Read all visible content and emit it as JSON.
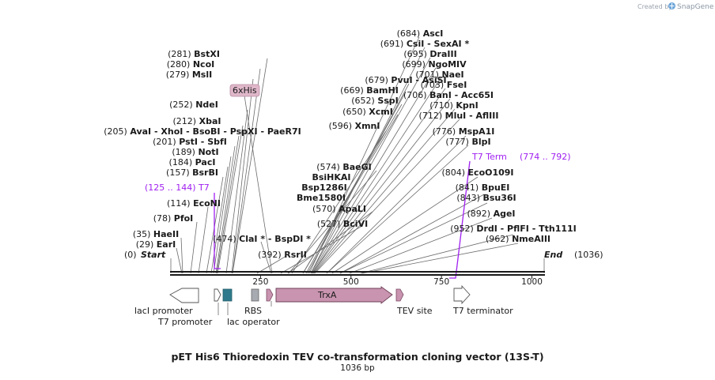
{
  "credit": {
    "label": "Created by",
    "brand": "SnapGene",
    "icon": "snapgene-logo"
  },
  "map": {
    "title": "pET His6 Thioredoxin TEV co-transformation cloning vector (13S-T)",
    "length_label": "1036 bp",
    "length": 1036,
    "ticks": [
      "250",
      "500",
      "750",
      "1000"
    ],
    "tick_values": [
      250,
      500,
      750,
      1000
    ],
    "start_label": "Start",
    "start_pos": "(0)",
    "end_label": "End",
    "end_pos": "(1036)"
  },
  "sites": [
    {
      "pos": "(29)",
      "name": "EarI",
      "bp": 29
    },
    {
      "pos": "(35)",
      "name": "HaeII",
      "bp": 35
    },
    {
      "pos": "(78)",
      "name": "PfoI",
      "bp": 78
    },
    {
      "pos": "(114)",
      "name": "EcoNI",
      "bp": 114
    },
    {
      "pos": "(157)",
      "name": "BsrBI",
      "bp": 157
    },
    {
      "pos": "(184)",
      "name": "PacI",
      "bp": 184
    },
    {
      "pos": "(189)",
      "name": "NotI",
      "bp": 189
    },
    {
      "pos": "(201)",
      "name": "PstI  -  SbfI",
      "bp": 201
    },
    {
      "pos": "(205)",
      "name": "AvaI  -  XhoI  -  BsoBI  -  PspXI  -  PaeR7I",
      "bp": 205
    },
    {
      "pos": "(212)",
      "name": "XbaI",
      "bp": 212
    },
    {
      "pos": "(252)",
      "name": "NdeI",
      "bp": 252
    },
    {
      "pos": "(279)",
      "name": "MslI",
      "bp": 279
    },
    {
      "pos": "(280)",
      "name": "NcoI",
      "bp": 280
    },
    {
      "pos": "(281)",
      "name": "BstXI",
      "bp": 281
    },
    {
      "pos": "(392)",
      "name": "RsrII",
      "bp": 392
    },
    {
      "pos": "(474)",
      "name": "ClaI * - BspDI *",
      "bp": 474
    },
    {
      "pos": "(527)",
      "name": "BciVI",
      "bp": 527
    },
    {
      "pos": "(570)",
      "name": "ApaLI",
      "bp": 570
    },
    {
      "pos": "(574)",
      "name": "BaeGI",
      "bp": 574
    },
    {
      "pos": "",
      "name": "BsiHKAI",
      "bp": 574
    },
    {
      "pos": "",
      "name": "Bsp1286I",
      "bp": 574
    },
    {
      "pos": "",
      "name": "Bme1580I",
      "bp": 574
    },
    {
      "pos": "(596)",
      "name": "XmnI",
      "bp": 596
    },
    {
      "pos": "(650)",
      "name": "XcmI",
      "bp": 650
    },
    {
      "pos": "(652)",
      "name": "SspI",
      "bp": 652
    },
    {
      "pos": "(669)",
      "name": "BamHI",
      "bp": 669
    },
    {
      "pos": "(679)",
      "name": "PvuI  -  AsiSI",
      "bp": 679
    },
    {
      "pos": "(684)",
      "name": "AscI",
      "bp": 684
    },
    {
      "pos": "(691)",
      "name": "CsiI  -  SexAI *",
      "bp": 691
    },
    {
      "pos": "(695)",
      "name": "DraIII",
      "bp": 695
    },
    {
      "pos": "(699)",
      "name": "NgoMIV",
      "bp": 699
    },
    {
      "pos": "(701)",
      "name": "NaeI",
      "bp": 701
    },
    {
      "pos": "(703)",
      "name": "FseI",
      "bp": 703
    },
    {
      "pos": "(706)",
      "name": "BanI  -  Acc65I",
      "bp": 706
    },
    {
      "pos": "(710)",
      "name": "KpnI",
      "bp": 710
    },
    {
      "pos": "(712)",
      "name": "MluI  -  AflIII",
      "bp": 712
    },
    {
      "pos": "(776)",
      "name": "MspA1I",
      "bp": 776
    },
    {
      "pos": "(777)",
      "name": "BlpI",
      "bp": 777
    },
    {
      "pos": "(804)",
      "name": "EcoO109I",
      "bp": 804
    },
    {
      "pos": "(841)",
      "name": "BpuEI",
      "bp": 841
    },
    {
      "pos": "(843)",
      "name": "Bsu36I",
      "bp": 843
    },
    {
      "pos": "(892)",
      "name": "AgeI",
      "bp": 892
    },
    {
      "pos": "(952)",
      "name": "DrdI  -  PflFI  -  Tth111I",
      "bp": 952
    },
    {
      "pos": "(962)",
      "name": "NmeAIII",
      "bp": 962
    }
  ],
  "primers": [
    {
      "range": "(125 .. 144)",
      "name": "T7"
    },
    {
      "name": "T7 Term",
      "range": "(774 .. 792)"
    }
  ],
  "tag_label": "6xHis",
  "features": {
    "lacI_promoter": "lacI promoter",
    "T7_promoter": "T7 promoter",
    "lac_operator": "lac operator",
    "RBS": "RBS",
    "TrxA": "TrxA",
    "TEV_site": "TEV site",
    "T7_terminator": "T7 terminator"
  },
  "colors": {
    "primer": "#a020f0",
    "trxa_fill": "#c994b0",
    "his_fill": "#dfb7c9",
    "operator_fill": "#2e7a8c",
    "rbs_fill": "#a7aab1",
    "backbone": "#1a1a1a"
  }
}
